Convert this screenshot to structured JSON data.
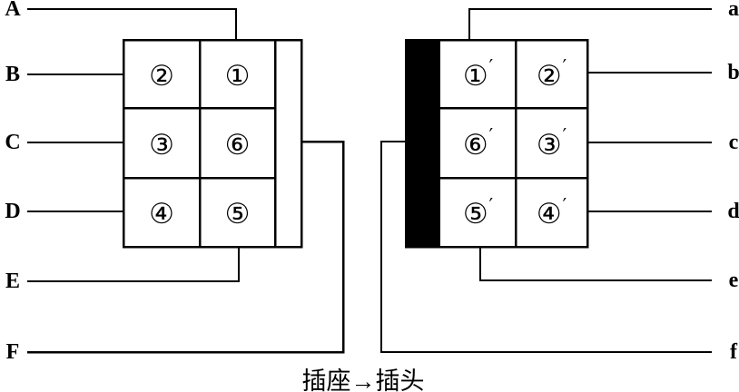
{
  "caption": "插座→插头",
  "socket": {
    "terminals": [
      "A",
      "B",
      "C",
      "D",
      "E",
      "F"
    ],
    "cells": [
      [
        "②",
        "①"
      ],
      [
        "③",
        "⑥"
      ],
      [
        "④",
        "⑤"
      ]
    ]
  },
  "plug": {
    "terminals": [
      "a",
      "b",
      "c",
      "d",
      "e",
      "f"
    ],
    "cells": [
      [
        "①",
        "②"
      ],
      [
        "⑥",
        "③"
      ],
      [
        "⑤",
        "④"
      ]
    ],
    "prime_mark": "′"
  },
  "colors": {
    "line": "#000000",
    "background": "#ffffff",
    "plug_key_fill": "#000000"
  }
}
